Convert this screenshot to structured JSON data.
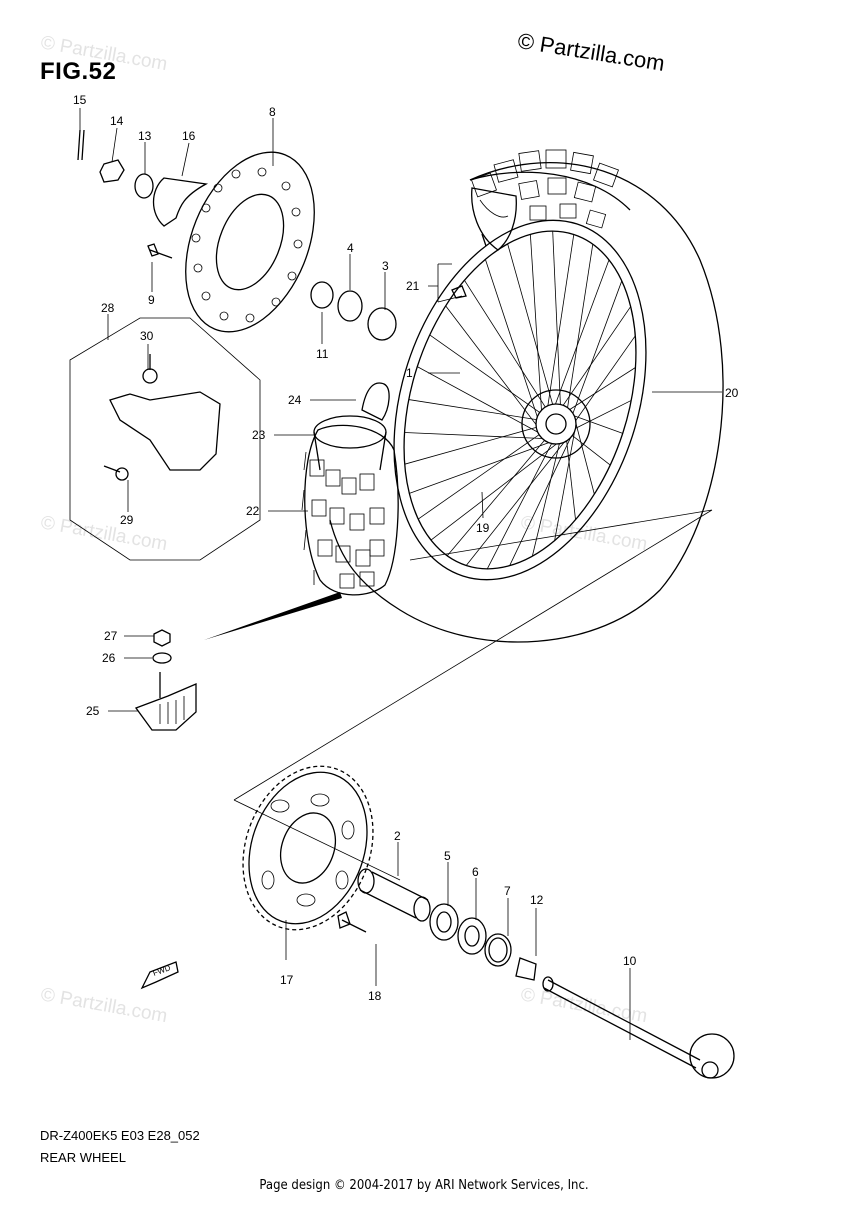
{
  "figure": {
    "title": "FIG.52",
    "brand": "© Partzilla.com",
    "model_code": "DR-Z400EK5 E03 E28_052",
    "section_name": "REAR WHEEL",
    "footer": "Page design © 2004-2017 by ARI Network Services, Inc.",
    "watermark": "© Partzilla.com",
    "fwd_label": "FWD"
  },
  "callouts": [
    "1",
    "2",
    "3",
    "4",
    "5",
    "6",
    "7",
    "8",
    "9",
    "10",
    "11",
    "12",
    "13",
    "14",
    "15",
    "16",
    "17",
    "18",
    "19",
    "20",
    "21",
    "22",
    "23",
    "24",
    "25",
    "26",
    "27",
    "28",
    "29",
    "30"
  ],
  "colors": {
    "ink": "#000000",
    "watermark": "#e3e3e3",
    "background": "#ffffff"
  }
}
